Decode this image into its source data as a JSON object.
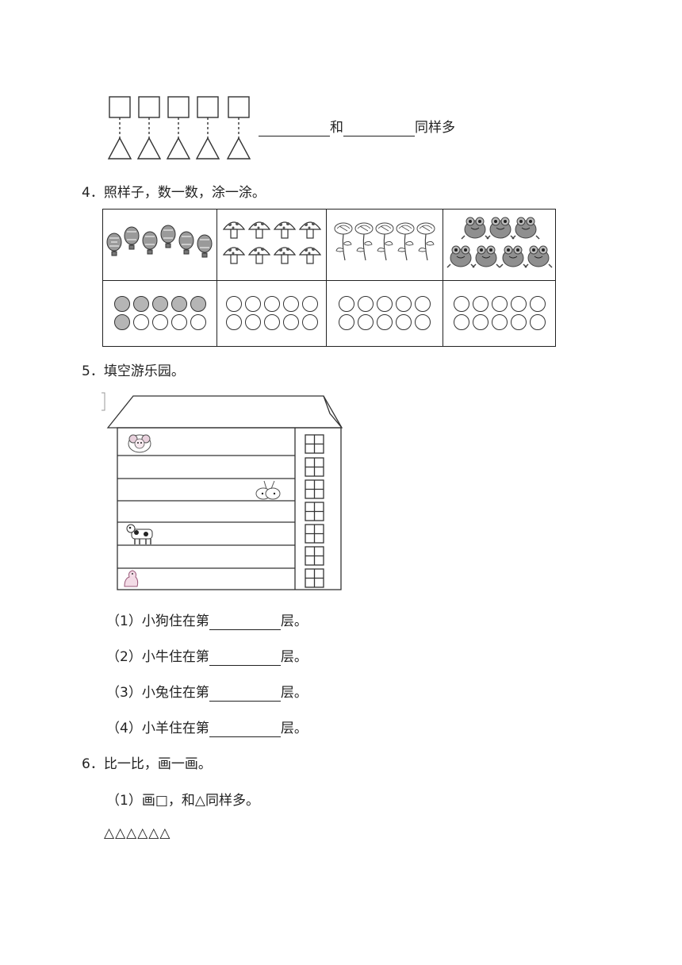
{
  "q3": {
    "and_text": "和",
    "same_text": "同样多"
  },
  "q4": {
    "title": "4．照样子，数一数，涂一涂。",
    "cells": [
      {
        "icon": "balloon-icon",
        "count": 6,
        "filled": 6
      },
      {
        "icon": "mushroom-icon",
        "count": 8,
        "filled": 0
      },
      {
        "icon": "flower-icon",
        "count": 5,
        "filled": 0
      },
      {
        "icon": "frog-icon",
        "count": 7,
        "filled": 0
      }
    ]
  },
  "q5": {
    "title": "5．填空游乐园。",
    "animals": [
      "sheep-icon",
      "rabbit-icon",
      "cow-icon",
      "dog-icon"
    ],
    "items": [
      {
        "prefix": "（1）小狗住在第",
        "suffix": "层。"
      },
      {
        "prefix": "（2）小牛住在第",
        "suffix": "层。"
      },
      {
        "prefix": "（3）小兔住在第",
        "suffix": "层。"
      },
      {
        "prefix": "（4）小羊住在第",
        "suffix": "层。"
      }
    ]
  },
  "q6": {
    "title": "6．比一比，画一画。",
    "sub1": "（1）画□，和△同样多。",
    "triangles": "△△△△△△"
  }
}
